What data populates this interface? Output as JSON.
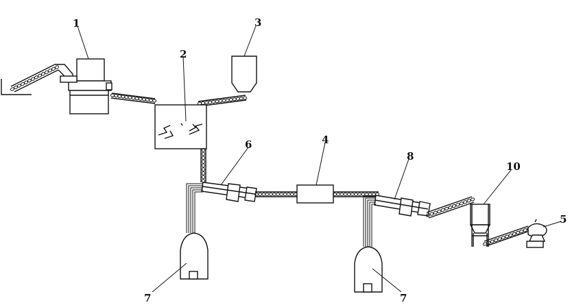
{
  "diagram": {
    "labels": {
      "n1": "1",
      "n2": "2",
      "n3": "3",
      "n4": "4",
      "n5": "5",
      "n6": "6",
      "n7a": "7",
      "n7b": "7",
      "n8": "8",
      "n10": "10"
    }
  }
}
